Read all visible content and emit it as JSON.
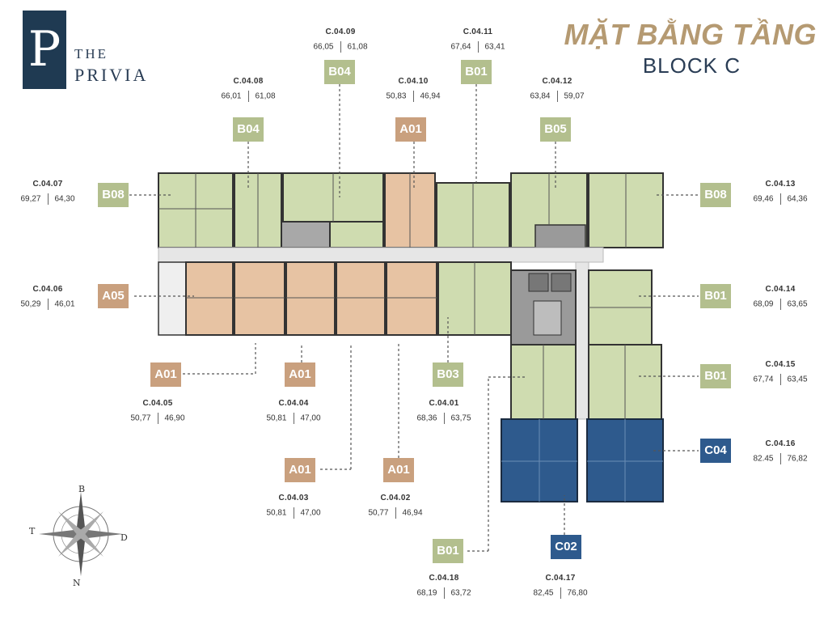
{
  "header": {
    "logo_letter": "P",
    "brand_line1": "THE",
    "brand_line2": "PRIVIA",
    "title": "MẶT BẰNG TẦNG",
    "subtitle": "BLOCK C"
  },
  "compass": {
    "north": "B",
    "south": "N",
    "east": "D",
    "west": "T"
  },
  "colors": {
    "green": "#b3bf8e",
    "tan": "#c9a07e",
    "blue": "#2e5a8d",
    "corridor": "#e6e6e6",
    "core": "#9a9a9a"
  },
  "units": [
    {
      "code": "C.04.09",
      "a1": "66,05",
      "a2": "61,08",
      "type": "B04",
      "tone": "green"
    },
    {
      "code": "C.04.11",
      "a1": "67,64",
      "a2": "63,41",
      "type": "B01",
      "tone": "green"
    },
    {
      "code": "C.04.08",
      "a1": "66,01",
      "a2": "61,08",
      "type": "B04",
      "tone": "green"
    },
    {
      "code": "C.04.10",
      "a1": "50,83",
      "a2": "46,94",
      "type": "A01",
      "tone": "tan"
    },
    {
      "code": "C.04.12",
      "a1": "63,84",
      "a2": "59,07",
      "type": "B05",
      "tone": "green"
    },
    {
      "code": "C.04.07",
      "a1": "69,27",
      "a2": "64,30",
      "type": "B08",
      "tone": "green"
    },
    {
      "code": "C.04.13",
      "a1": "69,46",
      "a2": "64,36",
      "type": "B08",
      "tone": "green"
    },
    {
      "code": "C.04.06",
      "a1": "50,29",
      "a2": "46,01",
      "type": "A05",
      "tone": "tan"
    },
    {
      "code": "C.04.14",
      "a1": "68,09",
      "a2": "63,65",
      "type": "B01",
      "tone": "green"
    },
    {
      "code": "C.04.15",
      "a1": "67,74",
      "a2": "63,45",
      "type": "B01",
      "tone": "green"
    },
    {
      "code": "C.04.05",
      "a1": "50,77",
      "a2": "46,90",
      "type": "A01",
      "tone": "tan"
    },
    {
      "code": "C.04.04",
      "a1": "50,81",
      "a2": "47,00",
      "type": "A01",
      "tone": "tan"
    },
    {
      "code": "C.04.01",
      "a1": "68,36",
      "a2": "63,75",
      "type": "B03",
      "tone": "green"
    },
    {
      "code": "C.04.16",
      "a1": "82.45",
      "a2": "76,82",
      "type": "C04",
      "tone": "blue"
    },
    {
      "code": "C.04.03",
      "a1": "50,81",
      "a2": "47,00",
      "type": "A01",
      "tone": "tan"
    },
    {
      "code": "C.04.02",
      "a1": "50,77",
      "a2": "46,94",
      "type": "A01",
      "tone": "tan"
    },
    {
      "code": "C.04.18",
      "a1": "68,19",
      "a2": "63,72",
      "type": "B01",
      "tone": "green"
    },
    {
      "code": "C.04.17",
      "a1": "82,45",
      "a2": "76,80",
      "type": "C02",
      "tone": "blue"
    }
  ]
}
